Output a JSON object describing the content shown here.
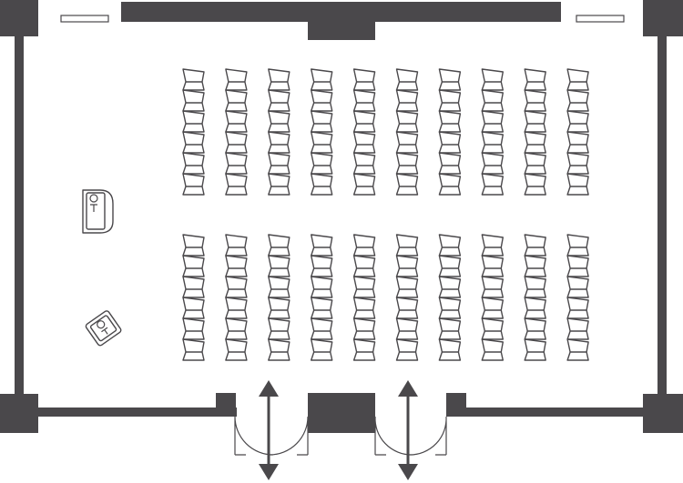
{
  "plan": {
    "type": "classroom-seating-floor-plan",
    "colors": {
      "wall": "#4a484b",
      "background": "#ffffff"
    },
    "seating": {
      "blocks": [
        {
          "name": "front-block",
          "columns": 10,
          "rows": 6
        },
        {
          "name": "rear-block",
          "columns": 10,
          "rows": 6
        }
      ]
    },
    "furniture": [
      {
        "name": "lectern",
        "icon": "lectern-icon"
      },
      {
        "name": "speaker-chair",
        "icon": "armchair-icon"
      }
    ],
    "doors": [
      {
        "name": "left-double-door",
        "icon": "bidirectional-arrow-icon"
      },
      {
        "name": "right-double-door",
        "icon": "bidirectional-arrow-icon"
      }
    ]
  }
}
